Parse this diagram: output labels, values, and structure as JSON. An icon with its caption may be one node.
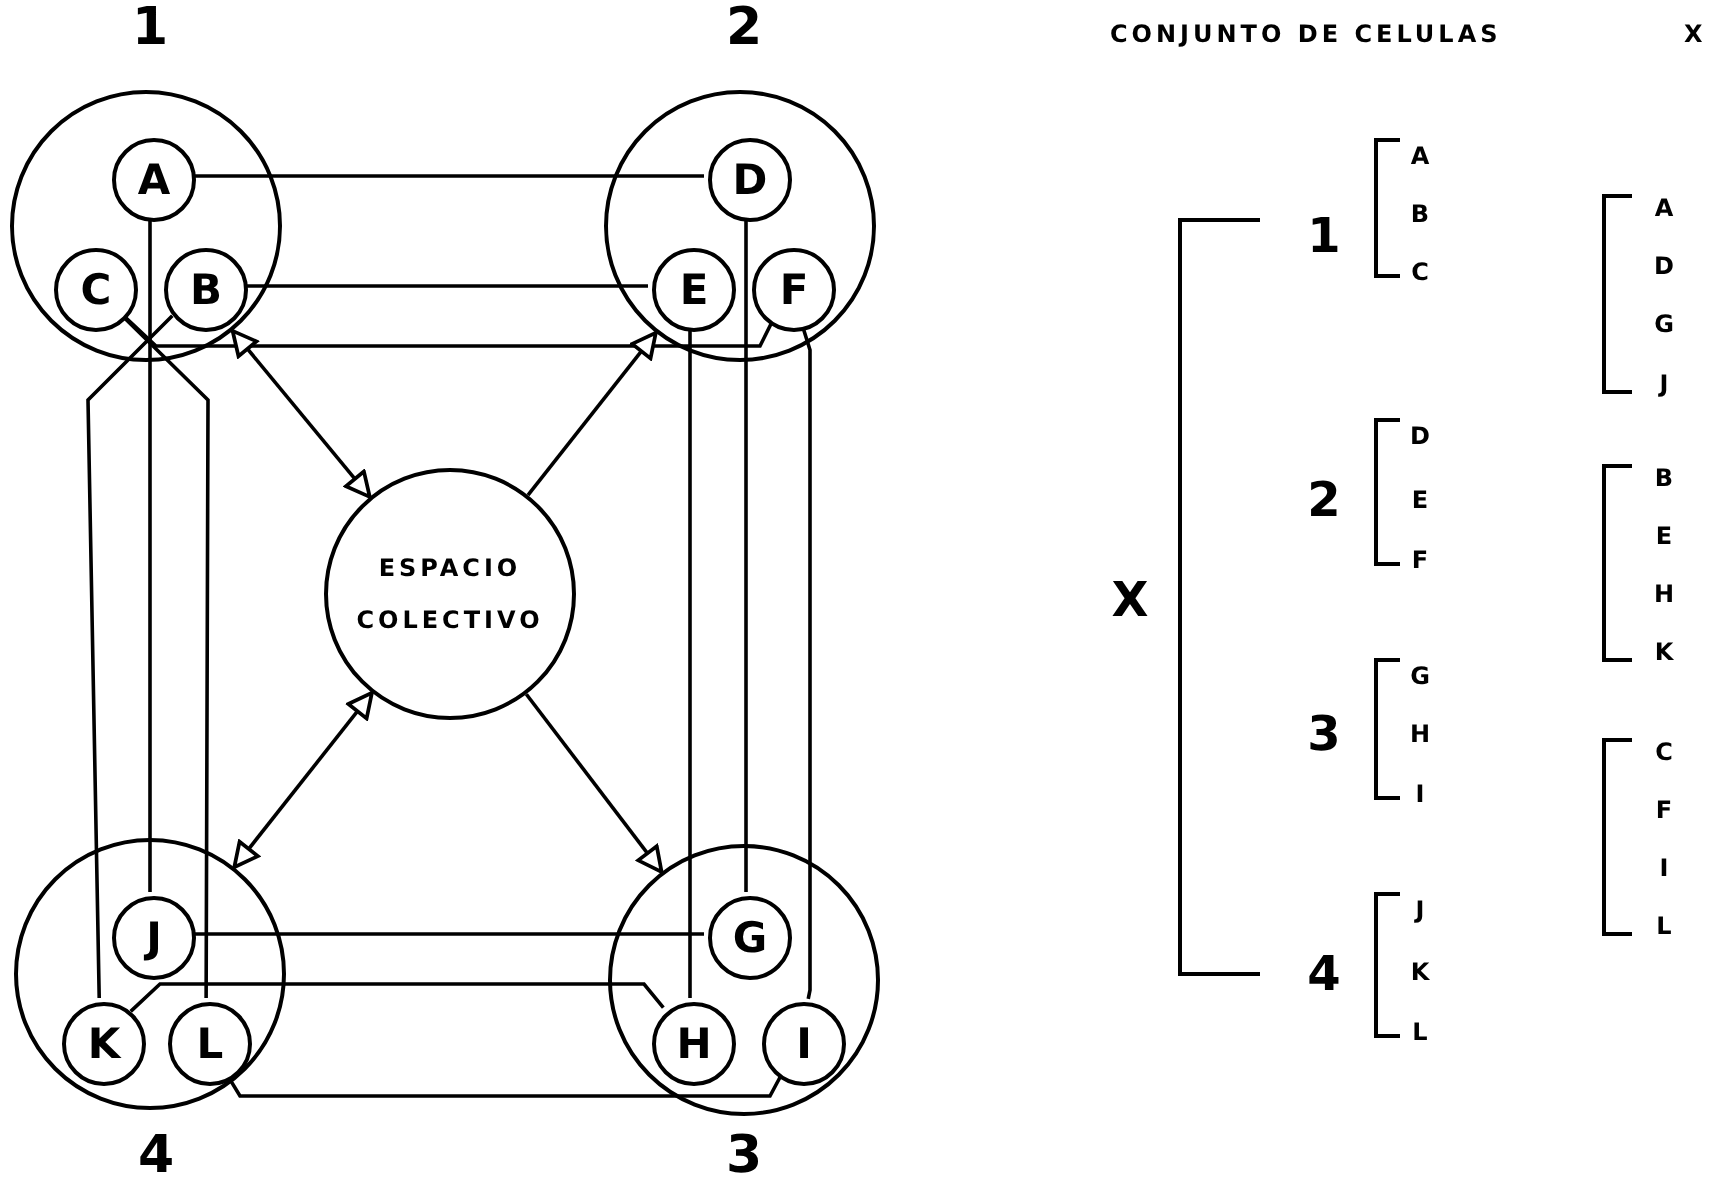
{
  "diagram": {
    "nodes": [
      {
        "text": [],
        "shape": "circle",
        "beside": [
          "1"
        ]
      },
      {
        "text": [
          "A"
        ],
        "in": 0
      },
      {
        "text": [
          "C"
        ],
        "in": 0
      },
      {
        "text": [
          "B"
        ],
        "in": 0
      },
      {
        "text": [],
        "shape": "circle",
        "beside": [
          "2"
        ]
      },
      {
        "text": [
          "D"
        ],
        "in": 4
      },
      {
        "text": [
          "E"
        ],
        "in": 4
      },
      {
        "text": [
          "F"
        ],
        "in": 4
      },
      {
        "text": [
          "ESPACIO COLECTIVO"
        ]
      },
      {
        "text": [],
        "shape": "circle",
        "beside": [
          "4"
        ]
      },
      {
        "text": [
          "J"
        ],
        "in": 9
      },
      {
        "text": [
          "K"
        ],
        "in": 9
      },
      {
        "text": [
          "L"
        ],
        "in": 9
      },
      {
        "text": [],
        "shape": "circle",
        "beside": [
          "3"
        ]
      },
      {
        "text": [
          "G"
        ],
        "in": 13
      },
      {
        "text": [
          "H"
        ],
        "in": 13
      },
      {
        "text": [
          "I"
        ],
        "in": 13
      }
    ],
    "edges": [
      {
        "from": 1,
        "to": 5,
        "arrow": "none"
      },
      {
        "from": 5,
        "to": 14,
        "arrow": "none"
      },
      {
        "from": 14,
        "to": 10,
        "arrow": "none"
      },
      {
        "from": 10,
        "to": 1,
        "arrow": "none"
      },
      {
        "from": 3,
        "to": 6,
        "arrow": "none"
      },
      {
        "from": 6,
        "to": 15,
        "arrow": "none"
      },
      {
        "from": 15,
        "to": 11,
        "arrow": "none"
      },
      {
        "from": 11,
        "to": 3,
        "arrow": "none"
      },
      {
        "from": 2,
        "to": 7,
        "arrow": "none"
      },
      {
        "from": 7,
        "to": 16,
        "arrow": "none"
      },
      {
        "from": 16,
        "to": 12,
        "arrow": "none"
      },
      {
        "from": 12,
        "to": 2,
        "arrow": "none"
      },
      {
        "from": 8,
        "to": 0,
        "arrow": "both"
      },
      {
        "from": 8,
        "to": 4,
        "arrow": "to"
      },
      {
        "from": 8,
        "to": 9,
        "arrow": "both"
      },
      {
        "from": 8,
        "to": 13,
        "arrow": "to"
      }
    ],
    "labels": [
      "CONJUNTO DE CELULAS",
      "X",
      "X",
      "1",
      "A",
      "B",
      "C",
      "2",
      "D",
      "E",
      "F",
      "3",
      "G",
      "H",
      "I",
      "4",
      "J",
      "K",
      "L",
      "A",
      "D",
      "G",
      "J",
      "B",
      "E",
      "H",
      "K",
      "C",
      "F",
      "I",
      "L"
    ]
  }
}
